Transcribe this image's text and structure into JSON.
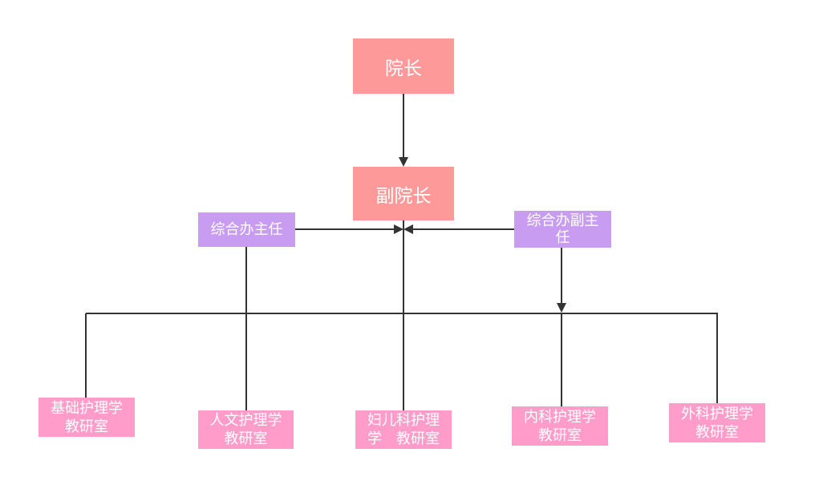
{
  "colors": {
    "executive_fill": "#FE9999",
    "office_fill": "#C89CF0",
    "department_fill": "#FF9CC9",
    "text": "#FFFFFF",
    "connector": "#333333",
    "background": "#FFFFFF"
  },
  "nodes": {
    "dean": {
      "label": "院长"
    },
    "vice_dean": {
      "label": "副院长"
    },
    "office_director": {
      "label": "综合办主任"
    },
    "office_deputy_director": {
      "label": "综合办副主\n任"
    },
    "dept_basic_nursing": {
      "label": "基础护理学\n教研室"
    },
    "dept_humanistic_nursing": {
      "label": "人文护理学\n教研室"
    },
    "dept_obstetrics_pediatrics_nursing": {
      "label": "妇儿科护理\n学　教研室"
    },
    "dept_internal_medicine_nursing": {
      "label": "内科护理学\n教研室"
    },
    "dept_surgical_nursing": {
      "label": "外科护理学\n教研室"
    }
  }
}
